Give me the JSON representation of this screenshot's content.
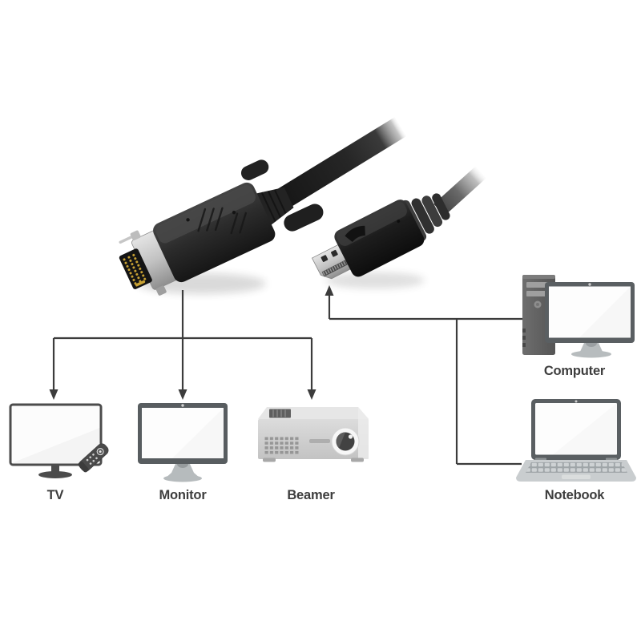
{
  "diagram": {
    "cable": {
      "left_end": "dvi-connector",
      "right_end": "displayport-connector"
    },
    "connections": {
      "dvi_end_points_to": [
        "TV",
        "Monitor",
        "Beamer"
      ],
      "displayport_end_connects_to": [
        "Computer",
        "Notebook"
      ]
    },
    "displays": [
      {
        "label": "TV",
        "icon": "tv-icon"
      },
      {
        "label": "Monitor",
        "icon": "monitor-icon"
      },
      {
        "label": "Beamer",
        "icon": "projector-icon"
      }
    ],
    "sources": [
      {
        "label": "Computer",
        "icon": "desktop-computer-icon"
      },
      {
        "label": "Notebook",
        "icon": "laptop-icon"
      }
    ]
  },
  "colors": {
    "background": "#ffffff",
    "connector_line": "#3c3c3c",
    "label_text": "#3d3d3d",
    "icon_dark_gray": "#5a5f62",
    "icon_light_gray": "#c9cdcf",
    "cable_black": "#1e1e1e",
    "cable_gray": "#5a5a5a",
    "metal_silver": "#c8c8c8",
    "pin_gold": "#c9a233"
  }
}
